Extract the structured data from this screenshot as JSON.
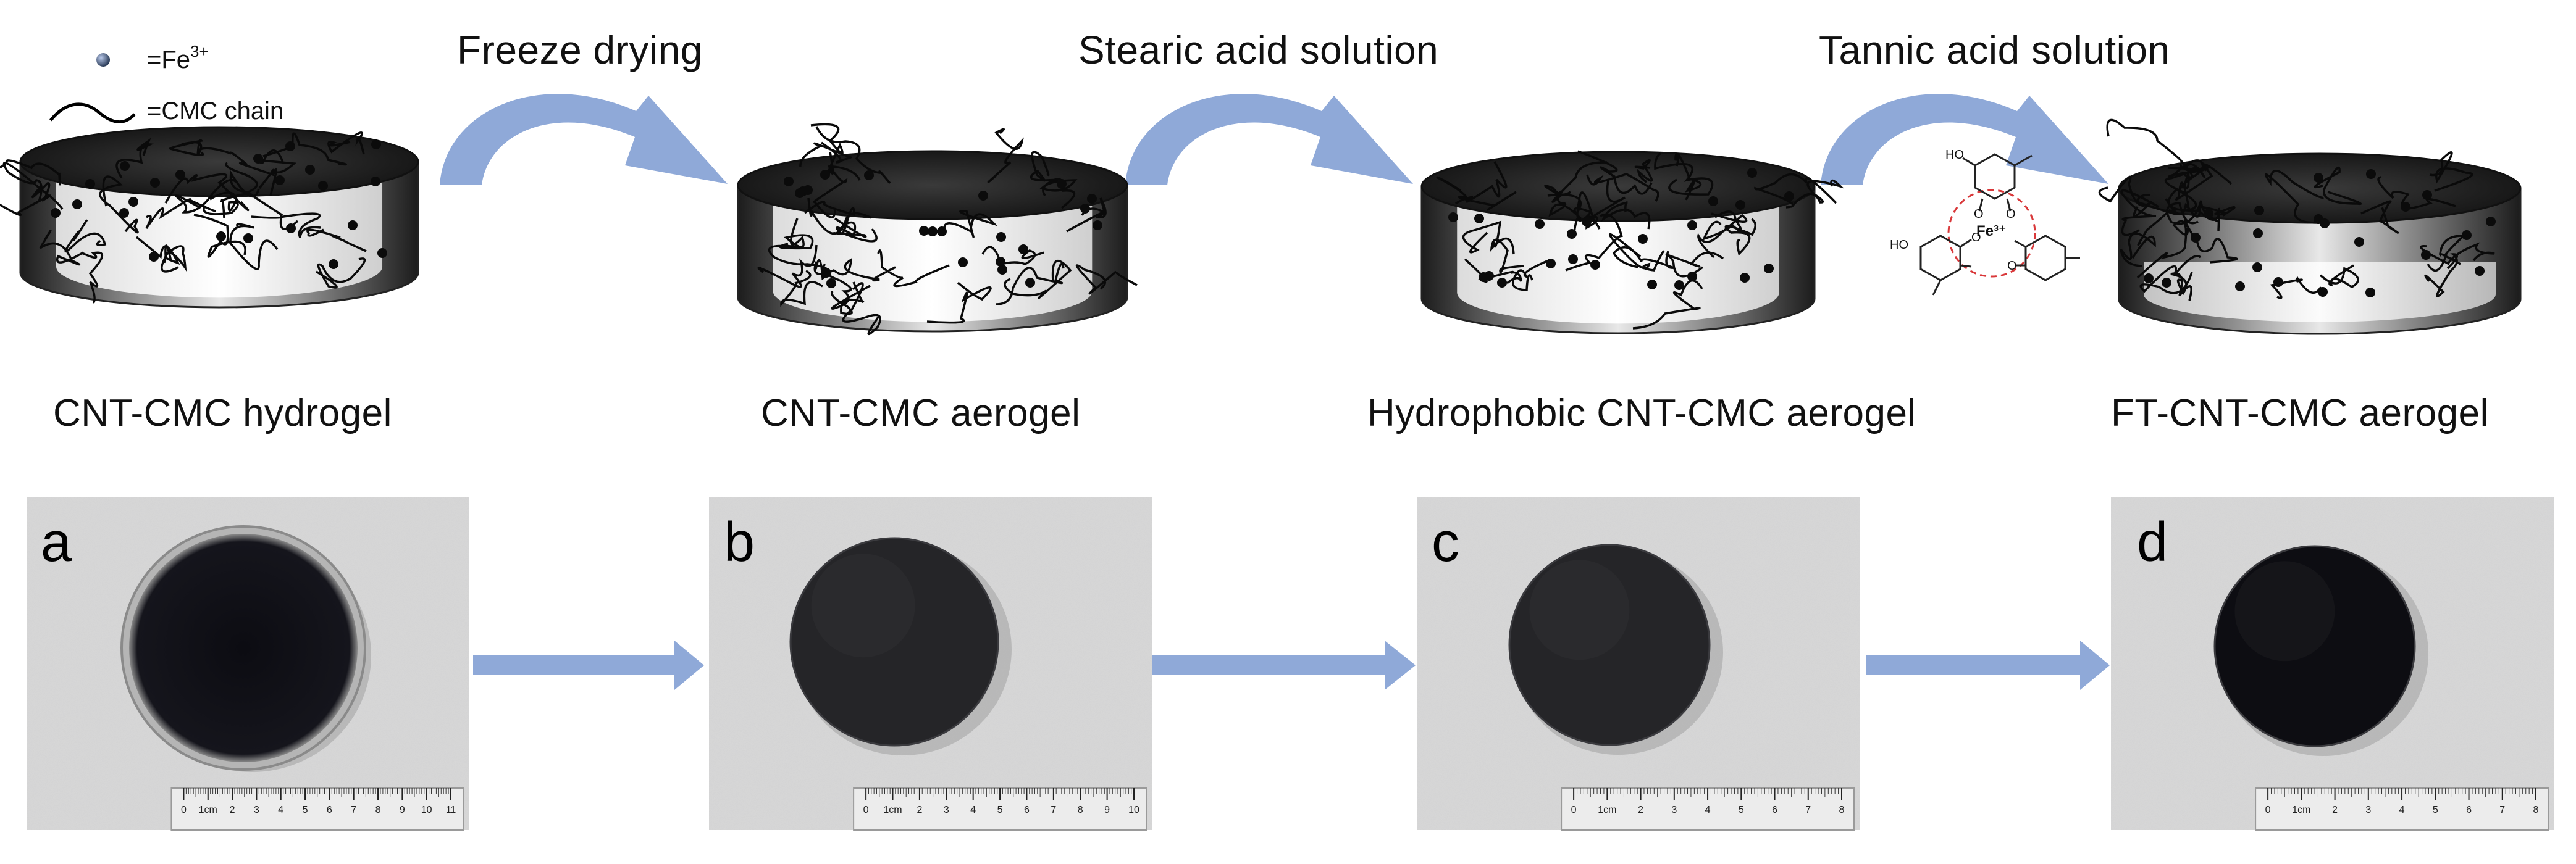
{
  "legend": {
    "fe_label": "=Fe",
    "fe_sup": "3+",
    "cmc_label": "=CMC chain"
  },
  "steps": [
    "Freeze drying",
    "Stearic acid solution",
    "Tannic acid solution"
  ],
  "stages": [
    "CNT-CMC hydrogel",
    "CNT-CMC aerogel",
    "Hydrophobic CNT-CMC aerogel",
    "FT-CNT-CMC aerogel"
  ],
  "molecule": {
    "center": "Fe³⁺",
    "groups": [
      "HO",
      "O",
      "O",
      "HO",
      "O",
      "O"
    ]
  },
  "panels": [
    "a",
    "b",
    "c",
    "d"
  ],
  "colors": {
    "arrow": "#8fa9d8",
    "disc_dark": "#2a2a2a",
    "chain": "#0a0a0a",
    "photo_bg": "#dcdcdc",
    "ring": "#d9383a"
  },
  "rulers": [
    {
      "ticks": [
        "0",
        "1cm",
        "2",
        "3",
        "4",
        "5",
        "6",
        "7",
        "8",
        "9",
        "10",
        "11"
      ]
    },
    {
      "ticks": [
        "0",
        "1cm",
        "2",
        "3",
        "4",
        "5",
        "6",
        "7",
        "8",
        "9",
        "10"
      ]
    },
    {
      "ticks": [
        "0",
        "1cm",
        "2",
        "3",
        "4",
        "5",
        "6",
        "7",
        "8"
      ]
    },
    {
      "ticks": [
        "0",
        "1cm",
        "2",
        "3",
        "4",
        "5",
        "6",
        "7",
        "8"
      ]
    }
  ]
}
